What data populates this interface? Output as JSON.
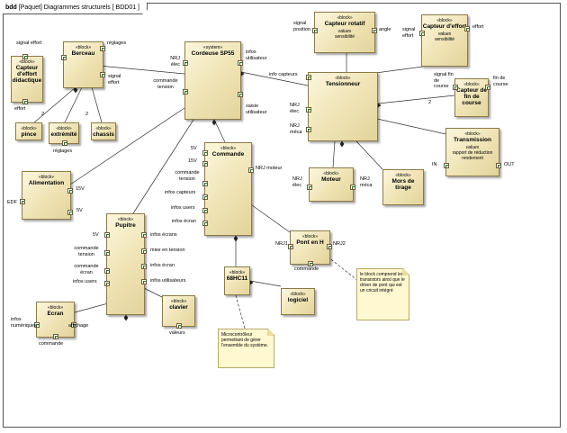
{
  "diagram": {
    "kind": "bdd",
    "title": "[Paquet] Diagrammes structurels [ BDD01 ]"
  },
  "blocks": {
    "capteur_didactique": {
      "stereotype": "«block»",
      "name": "Capteur d'effort didactique"
    },
    "berceau": {
      "stereotype": "«block»",
      "name": "Berceau"
    },
    "pince": {
      "stereotype": "«block»",
      "name": "pince"
    },
    "extremite": {
      "stereotype": "«block»",
      "name": "extrémité"
    },
    "chassis": {
      "stereotype": "«block»",
      "name": "chassis"
    },
    "cordeuse": {
      "stereotype": "«system»",
      "name": "Cordeuse SP55"
    },
    "capteur_rotatif": {
      "stereotype": "«block»",
      "name": "Capteur rotatif",
      "values_header": "values",
      "value": "sensibilité"
    },
    "capteur_effort": {
      "stereotype": "«block»",
      "name": "Capteur d'effort",
      "values_header": "values",
      "value": "sensibilité"
    },
    "tensionneur": {
      "stereotype": "«block»",
      "name": "Tensionneur"
    },
    "capteur_fin": {
      "stereotype": "«block»",
      "name": "Capteur de fin de course"
    },
    "transmission": {
      "stereotype": "«block»",
      "name": "Transmission",
      "values_header": "values",
      "value": "rapport de réduction rendement"
    },
    "commande": {
      "stereotype": "«block»",
      "name": "Commande"
    },
    "alimentation": {
      "stereotype": "«block»",
      "name": "Alimentation"
    },
    "moteur": {
      "stereotype": "«block»",
      "name": "Moteur"
    },
    "mors": {
      "stereotype": "«block»",
      "name": "Mors de tirage"
    },
    "pupitre": {
      "stereotype": "«block»",
      "name": "Pupitre"
    },
    "pont": {
      "stereotype": "«block»",
      "name": "Pont en H"
    },
    "hc11": {
      "stereotype": "«block»",
      "name": "68HC11"
    },
    "logiciel": {
      "stereotype": "«block»",
      "name": "logiciel"
    },
    "clavier": {
      "stereotype": "«block»",
      "name": "clavier"
    },
    "ecran": {
      "stereotype": "«block»",
      "name": "Ecran"
    }
  },
  "notes": {
    "pont": "le block comprend les transistors ainsi que le driver de pont qui est un cricuit intégré",
    "micro": "Microcontrôleur permettant de gérer l'ensemble du système."
  },
  "labels": {
    "signal_effort": "signal effort",
    "effort": "effort",
    "reglages": "réglages",
    "signal_effort2": "signal effort",
    "mult_pince": "2",
    "mult_chassis": "2",
    "reglages2": "réglages",
    "nrj_elec": "NRJ élec",
    "commande_tension": "commande tension",
    "infos_utilisateur": "infos utilisateur",
    "saisie_utilisateur": "saisie utilisateur",
    "signal_position": "signal position",
    "angle": "angle",
    "signal_effort3": "signal effort",
    "effort3": "effort",
    "info_capteurs": "info capteurs",
    "signal_fin_course": "signal fin de course",
    "fin_course": "fin de course",
    "mult_fin": "2",
    "nrj_elec_t": "NRJ élec",
    "nrj_meca_t": "NRJ méca",
    "in": "IN",
    "out": "OUT",
    "c_5v": "5V",
    "c_15v": "15V",
    "c_commande_tension": "commande tension",
    "c_infos_capteurs": "infos capteurs",
    "c_infos_users": "infos users",
    "c_infos_ecran": "infos écran",
    "c_nrj_moteur": "NRJ moteur",
    "edf": "EDF",
    "a_15v": "15V",
    "a_5v": "5V",
    "m_nrj_elec": "NRJ élec",
    "m_nrj_meca": "NRJ méca",
    "p_5v": "5V",
    "p_commande_tension": "commande tension",
    "p_commande_ecran": "commande écran",
    "p_infos_users": "infos users",
    "p_infos_ecrans": "infos écrans",
    "p_mise_tension": "mise en tension",
    "p_infos_ecran": "infos écran",
    "p_infos_utilisateurs": "infos utilisateurs",
    "h_nrj1": "NRJ1",
    "h_nrj2": "NRJ2",
    "h_commande": "commande",
    "e_infos_numeriques": "infos numériques",
    "e_affichage": "affichage",
    "e_commande": "commande",
    "k_valeurs": "valeurs"
  }
}
